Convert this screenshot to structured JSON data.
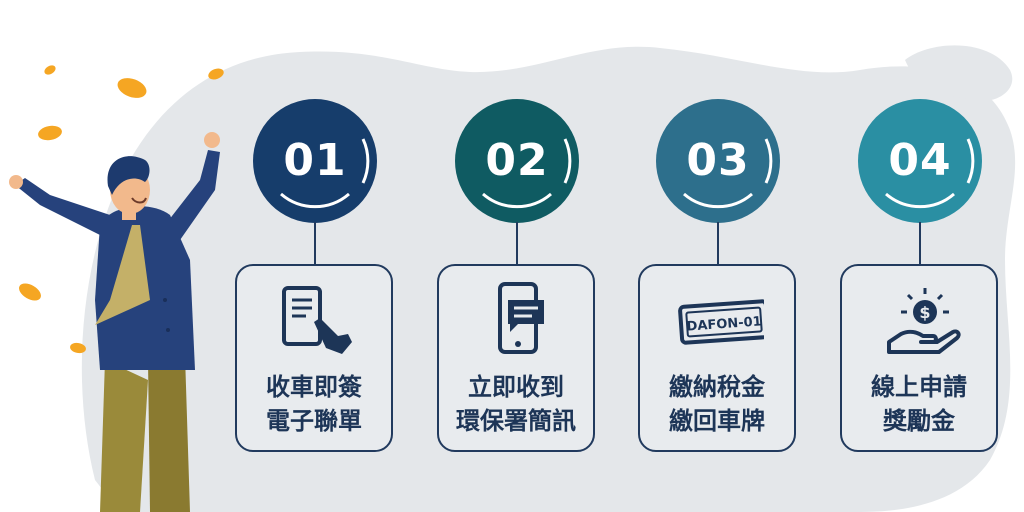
{
  "colors": {
    "background_blob": "#e4e7ea",
    "card_border": "#213a5e",
    "card_text": "#1d3557",
    "card_fill": "#e8ebee",
    "icon_color": "#1d3557",
    "coin": "#f5a623"
  },
  "steps": [
    {
      "number": "01",
      "color": "#163d6b",
      "icon": "tablet-sign-icon",
      "lines": [
        "收車即簽",
        "電子聯單"
      ]
    },
    {
      "number": "02",
      "color": "#0f5b62",
      "icon": "phone-message-icon",
      "lines": [
        "立即收到",
        "環保署簡訊"
      ]
    },
    {
      "number": "03",
      "color": "#2d6f8c",
      "icon": "license-plate-icon",
      "plate_text": "DAFON-01",
      "lines": [
        "繳納稅金",
        "繳回車牌"
      ]
    },
    {
      "number": "04",
      "color": "#2a8fa3",
      "icon": "hand-coin-icon",
      "lines": [
        "線上申請",
        "獎勵金"
      ]
    }
  ]
}
